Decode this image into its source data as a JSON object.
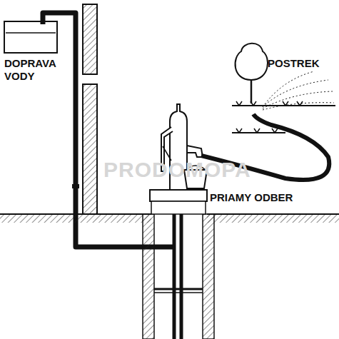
{
  "diagram": {
    "labels": [
      "DOPRAVA VODY",
      "POSTREK",
      "PRIAMY ODBER",
      "PRODOMOPA"
    ]
  }
}
